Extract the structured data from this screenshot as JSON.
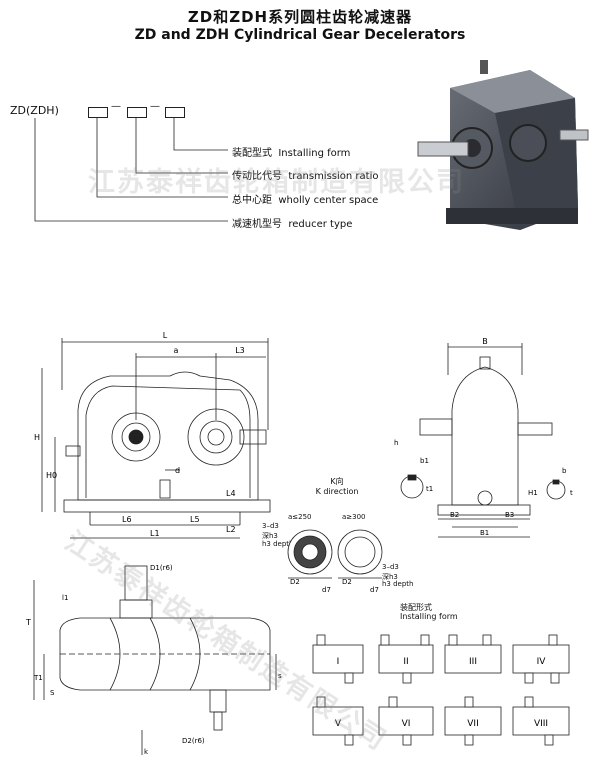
{
  "title_cn": "ZD和ZDH系列圆柱齿轮减速器",
  "title_en": "ZD and ZDH Cylindrical Gear Decelerators",
  "model_code": {
    "prefix": "ZD(ZDH)",
    "separator": "—",
    "legend": [
      {
        "cn": "装配型式",
        "en": "Installing form"
      },
      {
        "cn": "传动比代号",
        "en": "transmission ratio"
      },
      {
        "cn": "总中心距",
        "en": "wholly center space"
      },
      {
        "cn": "减速机型号",
        "en": "reducer type"
      }
    ]
  },
  "watermark": "江苏泰祥齿轮箱制造有限公司",
  "front_view": {
    "dims": [
      "L",
      "a",
      "L3",
      "H",
      "H0",
      "d",
      "L4",
      "L6",
      "L5",
      "L2",
      "L1"
    ]
  },
  "side_view": {
    "dims": [
      "B",
      "b1",
      "t1",
      "h",
      "B2",
      "B3",
      "B1",
      "H1",
      "b",
      "t"
    ]
  },
  "k_view": {
    "title_cn": "K向",
    "title_en": "K direction",
    "left": {
      "cond": "a≤250",
      "holes": "3–d3",
      "depth_cn": "深h3",
      "depth_en": "h3 depth",
      "dims": [
        "D2",
        "d7"
      ]
    },
    "right": {
      "cond": "a≥300",
      "holes": "3–d3",
      "depth_cn": "深h3",
      "depth_en": "h3 depth",
      "dims": [
        "D2",
        "d7"
      ]
    }
  },
  "top_view": {
    "dims": [
      "D1(r6)",
      "l1",
      "T",
      "T1",
      "S",
      "s",
      "D2(r6)",
      "k"
    ]
  },
  "installing": {
    "title_cn": "装配形式",
    "title_en": "Installing form",
    "forms": [
      "I",
      "II",
      "III",
      "IV",
      "V",
      "VI",
      "VII",
      "VIII"
    ]
  }
}
